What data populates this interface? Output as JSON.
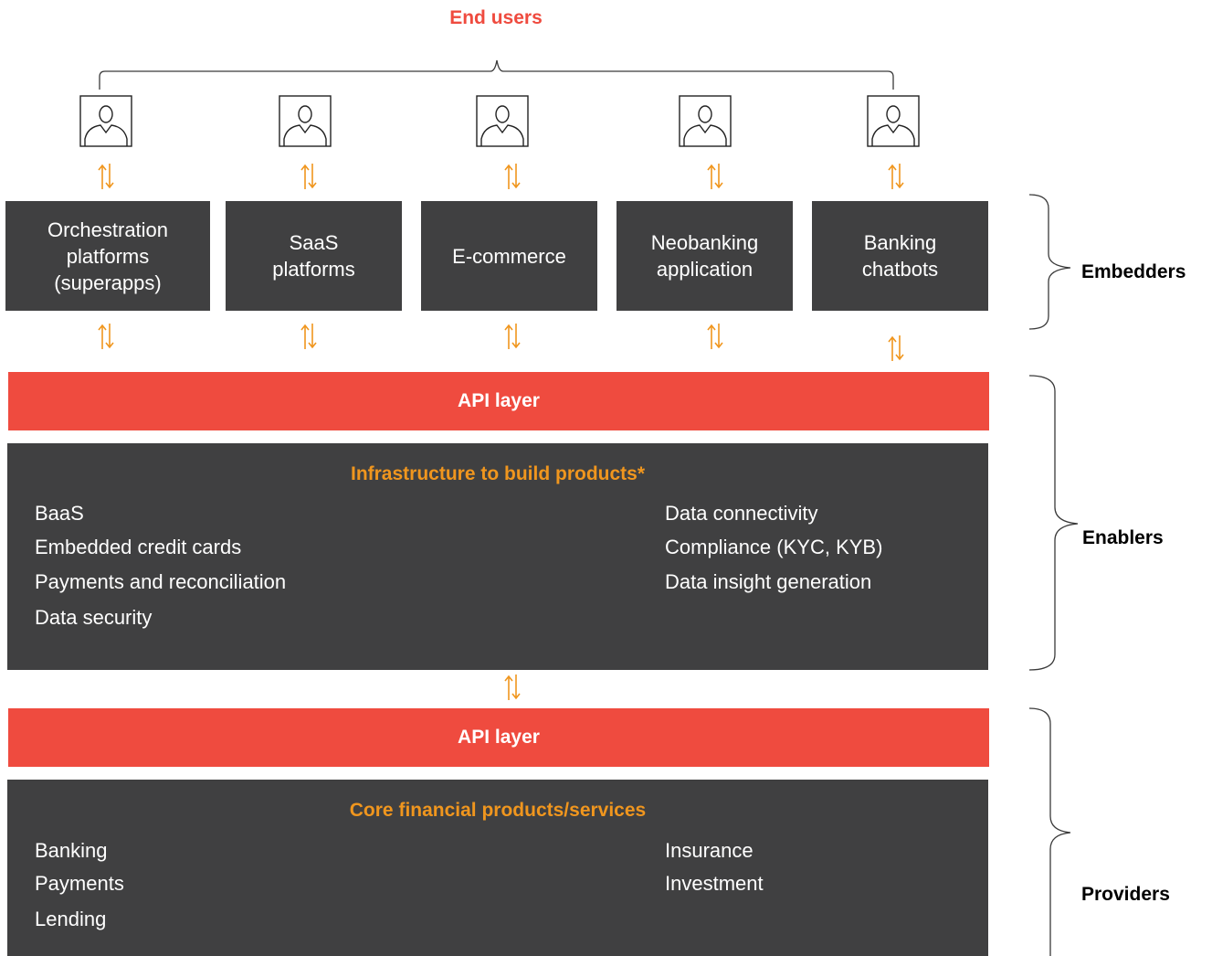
{
  "colors": {
    "accent_red": "#ef4b3f",
    "accent_orange": "#f0961e",
    "dark_box": "#404041",
    "bracket": "#3a3a3a"
  },
  "title": "End users",
  "users": [
    {
      "icon": "user-icon"
    },
    {
      "icon": "user-icon"
    },
    {
      "icon": "user-icon"
    },
    {
      "icon": "user-icon"
    },
    {
      "icon": "user-icon"
    }
  ],
  "embedders": [
    {
      "label": "Orchestration platforms (superapps)"
    },
    {
      "label": "SaaS platforms"
    },
    {
      "label": "E-commerce"
    },
    {
      "label": "Neobanking application"
    },
    {
      "label": "Banking chatbots"
    }
  ],
  "api_layer_1": "API layer",
  "infrastructure": {
    "title": "Infrastructure to build products*",
    "left_items": [
      "BaaS",
      "Embedded credit cards",
      "Payments and reconciliation",
      "Data security"
    ],
    "right_items": [
      "Data connectivity",
      "Compliance (KYC, KYB)",
      "Data insight generation"
    ]
  },
  "api_layer_2": "API layer",
  "core": {
    "title": "Core financial products/services",
    "left_items": [
      "Banking",
      "Payments",
      "Lending"
    ],
    "right_items": [
      "Insurance",
      "Investment"
    ]
  },
  "side_labels": {
    "embedders": "Embedders",
    "enablers": "Enablers",
    "providers": "Providers"
  },
  "arrow_icon": "bidirectional-arrow-icon"
}
